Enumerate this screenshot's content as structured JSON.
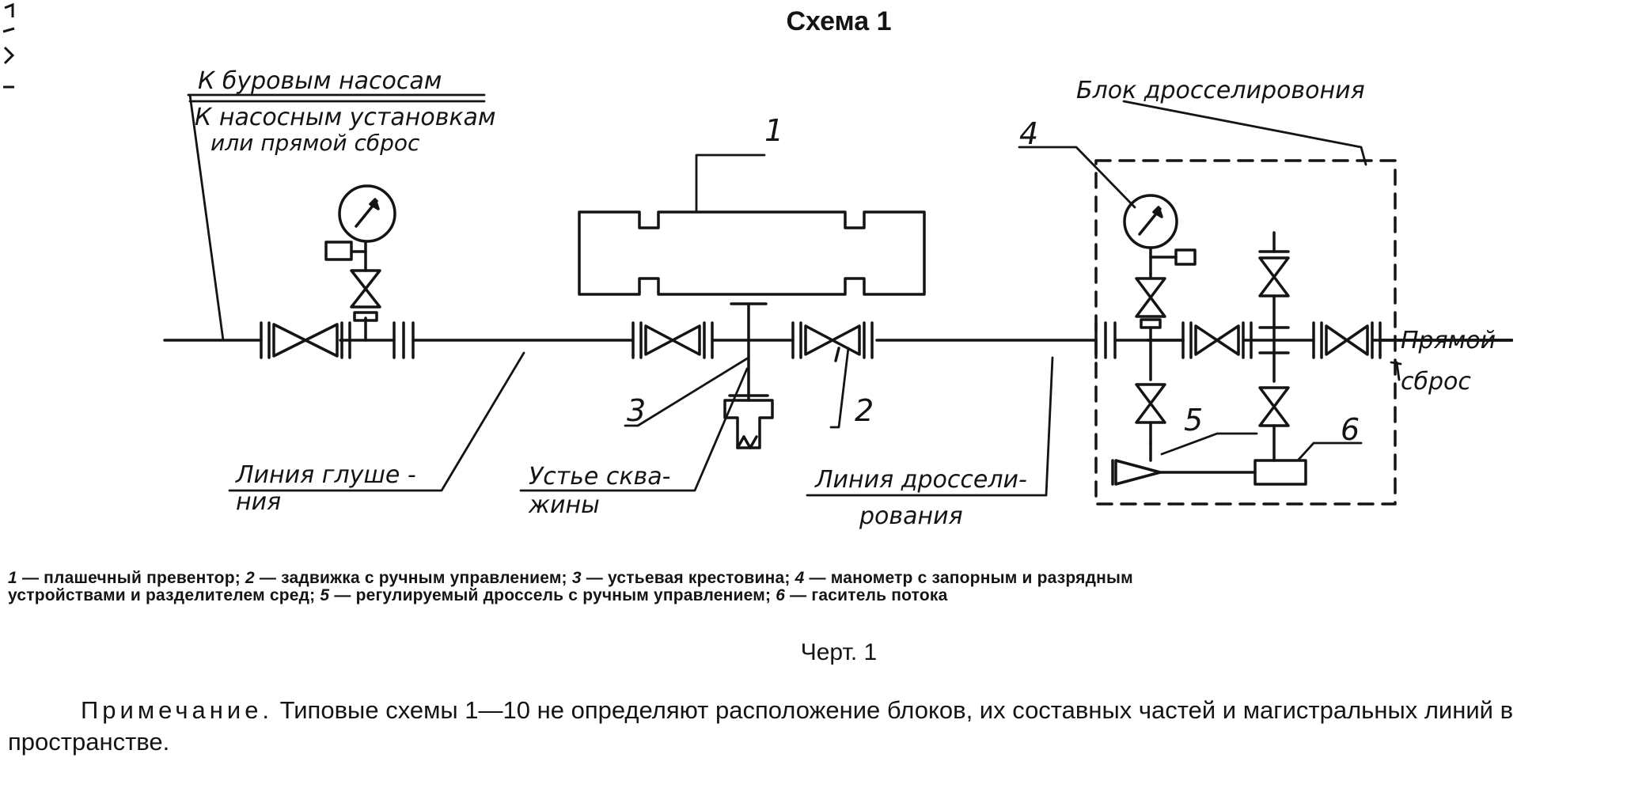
{
  "title": "Схема 1",
  "labels": {
    "pumps": "К буровым насосам",
    "pump_units_l1": "К насосным установкам",
    "pump_units_l2": "или прямой сброс",
    "kill_line_l1": "Линия глуше -",
    "kill_line_l2": "ния",
    "wellhead_l1": "Устье сква-",
    "wellhead_l2": "жины",
    "choke_line_l1": "Линия дроссели-",
    "choke_line_l2": "рования",
    "choke_block": "Блок дросселировония",
    "direct_l1": "Прямой",
    "direct_l2": "сброс"
  },
  "callouts": [
    "1",
    "2",
    "3",
    "4",
    "5",
    "6"
  ],
  "legend": {
    "items": [
      {
        "num": "1",
        "text": "— плашечный превентор;"
      },
      {
        "num": "2",
        "text": "— задвижка с ручным управлением;"
      },
      {
        "num": "3",
        "text": "— устьевая крестовина;"
      },
      {
        "num": "4",
        "text": "— манометр с запорным и разрядным"
      },
      {
        "num": "",
        "text": "устройствами и разделителем сред;"
      },
      {
        "num": "5",
        "text": "— регулируемый дроссель с ручным управлением;"
      },
      {
        "num": "6",
        "text": "— гаситель потока"
      }
    ]
  },
  "figure_caption": "Черт. 1",
  "note": {
    "head": "Примечание.",
    "body": "Типовые схемы 1—10 не определяют расположение блоков, их составных частей и магистральных линий в пространстве."
  },
  "colors": {
    "ink": "#141414",
    "paper": "#ffffff"
  }
}
